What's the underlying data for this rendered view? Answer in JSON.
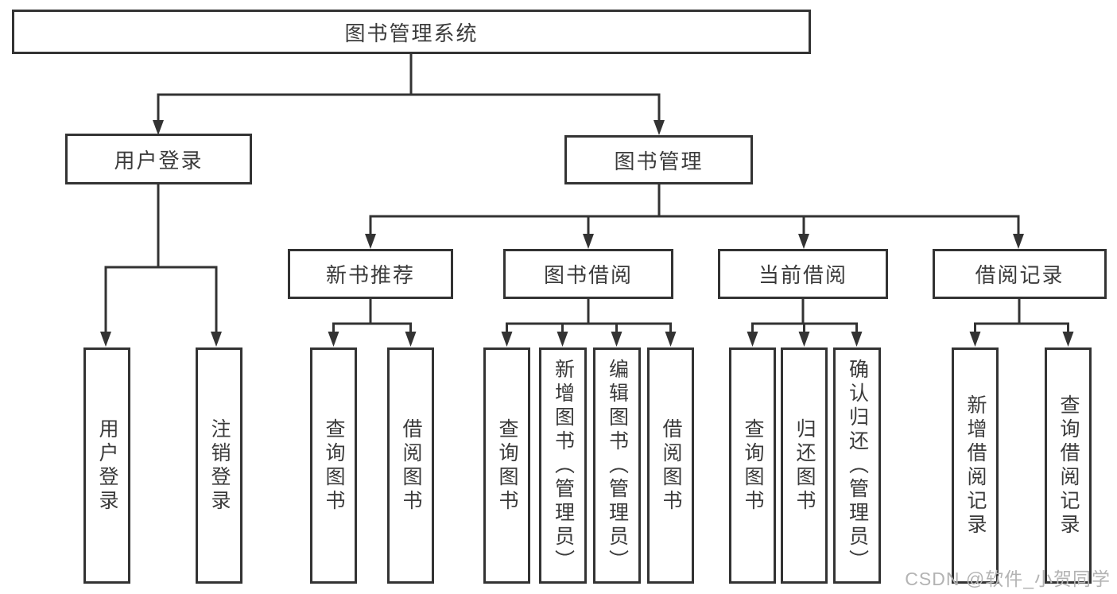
{
  "diagram": {
    "root": {
      "label": "图书管理系统"
    },
    "level2": [
      {
        "label": "用户登录"
      },
      {
        "label": "图书管理"
      }
    ],
    "level3": [
      {
        "label": "新书推荐"
      },
      {
        "label": "图书借阅"
      },
      {
        "label": "当前借阅"
      },
      {
        "label": "借阅记录"
      }
    ],
    "leaves_user_login": [
      {
        "label": "用户登录"
      },
      {
        "label": "注销登录"
      }
    ],
    "leaves_new_books": [
      {
        "label": "查询图书"
      },
      {
        "label": "借阅图书"
      }
    ],
    "leaves_book_borrow": [
      {
        "label": "查询图书"
      },
      {
        "label": "新增图书（管理员）"
      },
      {
        "label": "编辑图书（管理员）"
      },
      {
        "label": "借阅图书"
      }
    ],
    "leaves_current_borrow": [
      {
        "label": "查询图书"
      },
      {
        "label": "归还图书"
      },
      {
        "label": "确认归还（管理员）"
      }
    ],
    "leaves_borrow_records": [
      {
        "label": "新增借阅记录"
      },
      {
        "label": "查询借阅记录"
      }
    ]
  },
  "watermark": {
    "text": "CSDN @软件_小贺同学"
  },
  "colors": {
    "line": "#333333",
    "text": "#3b3b3b",
    "watermark": "#b3b3b3",
    "background": "#ffffff"
  }
}
